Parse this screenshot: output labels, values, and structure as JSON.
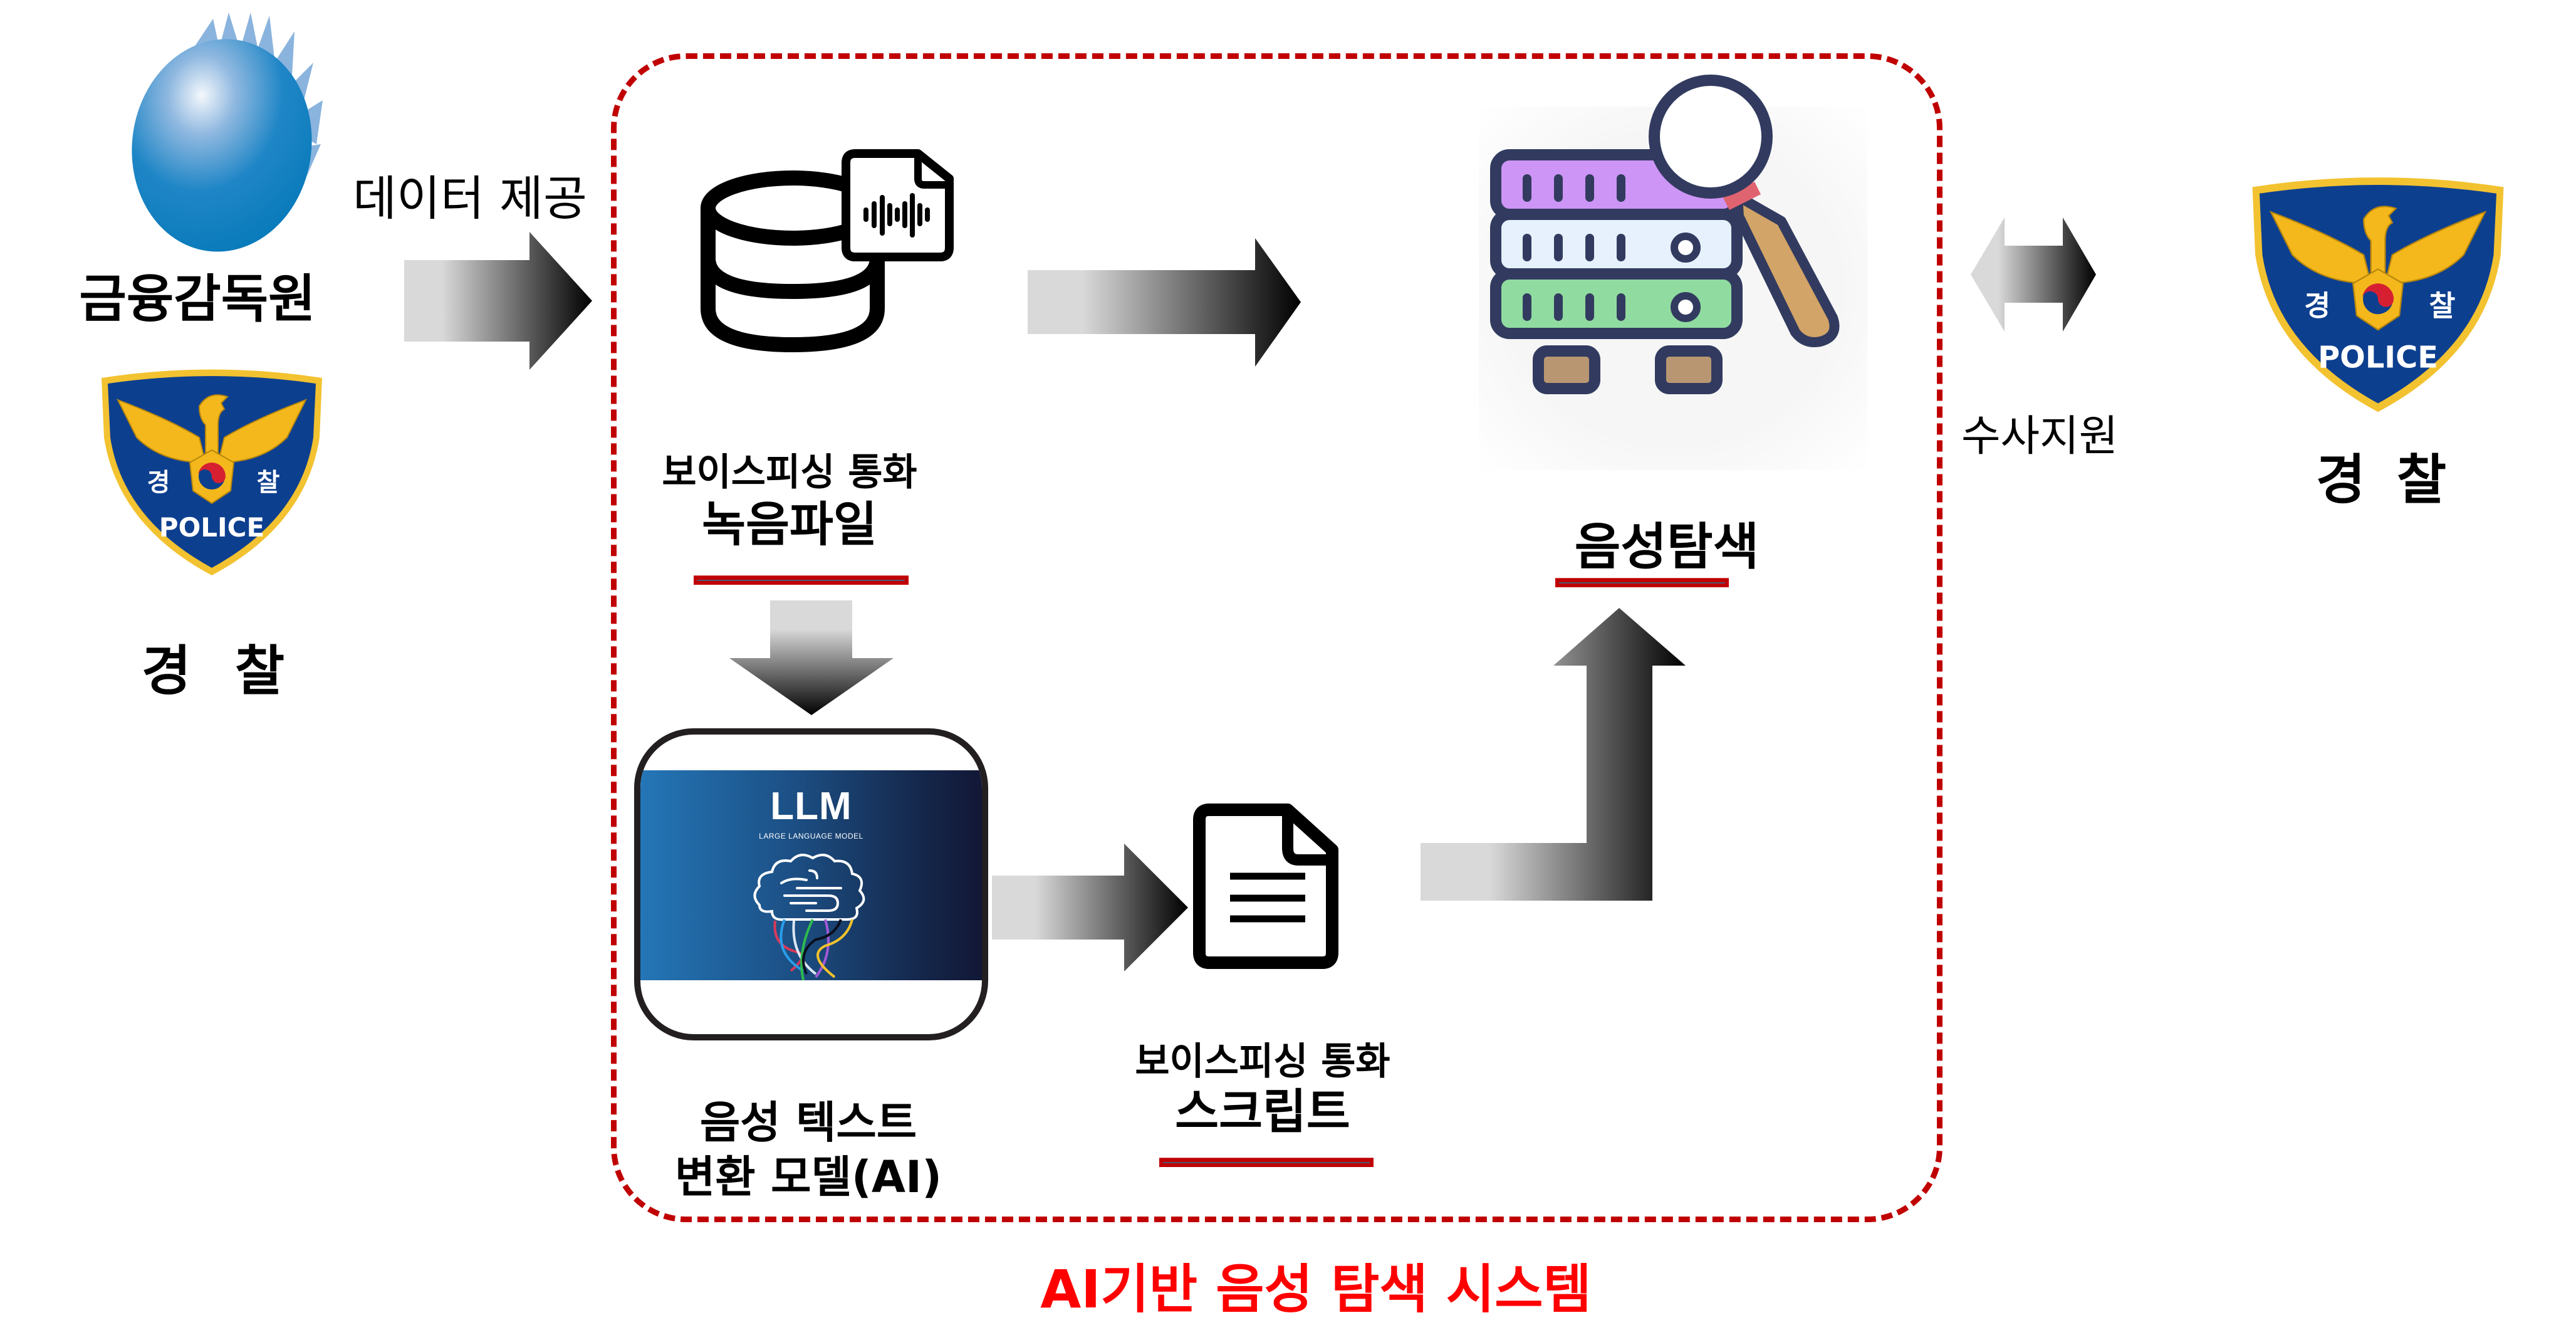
{
  "diagram": {
    "title": "AI기반 음성 탐색 시스템",
    "title_color": "#ff0000",
    "boundary_color": "#c00000",
    "accent_underline_color": "#c00000"
  },
  "left": {
    "fss_label": "금융감독원",
    "fss_icon": "fss-logo-icon",
    "police_label": "경 찰",
    "police_badge": {
      "left_char": "경",
      "right_char": "찰",
      "text": "POLICE",
      "colors": {
        "field": "#0d3f8f",
        "rim": "#f2c230",
        "eagle": "#f4b81c"
      }
    },
    "arrow_label": "데이터 제공"
  },
  "nodes": {
    "recording": {
      "line1": "보이스피싱 통화",
      "line2": "녹음파일",
      "icon": "database-audio-file-icon"
    },
    "llm": {
      "title": "LLM",
      "subtitle": "LARGE LANGUAGE MODEL",
      "line1": "음성 텍스트",
      "line2": "변환 모델(AI)",
      "icon": "llm-brain-icon"
    },
    "script": {
      "line1": "보이스피싱 통화",
      "line2": "스크립트",
      "icon": "document-icon"
    },
    "search": {
      "label": "음성탐색",
      "icon": "server-search-icon",
      "colors": {
        "outline": "#323b5f",
        "rack1": "#cd95f5",
        "rack2": "#e6f1fd",
        "rack3": "#90dca0",
        "handle": "#d3a467",
        "band": "#e0646f",
        "feet": "#b99672"
      }
    }
  },
  "right": {
    "arrow_label": "수사지원",
    "police_label": "경 찰",
    "police_badge": {
      "left_char": "경",
      "right_char": "찰",
      "text": "POLICE"
    }
  }
}
